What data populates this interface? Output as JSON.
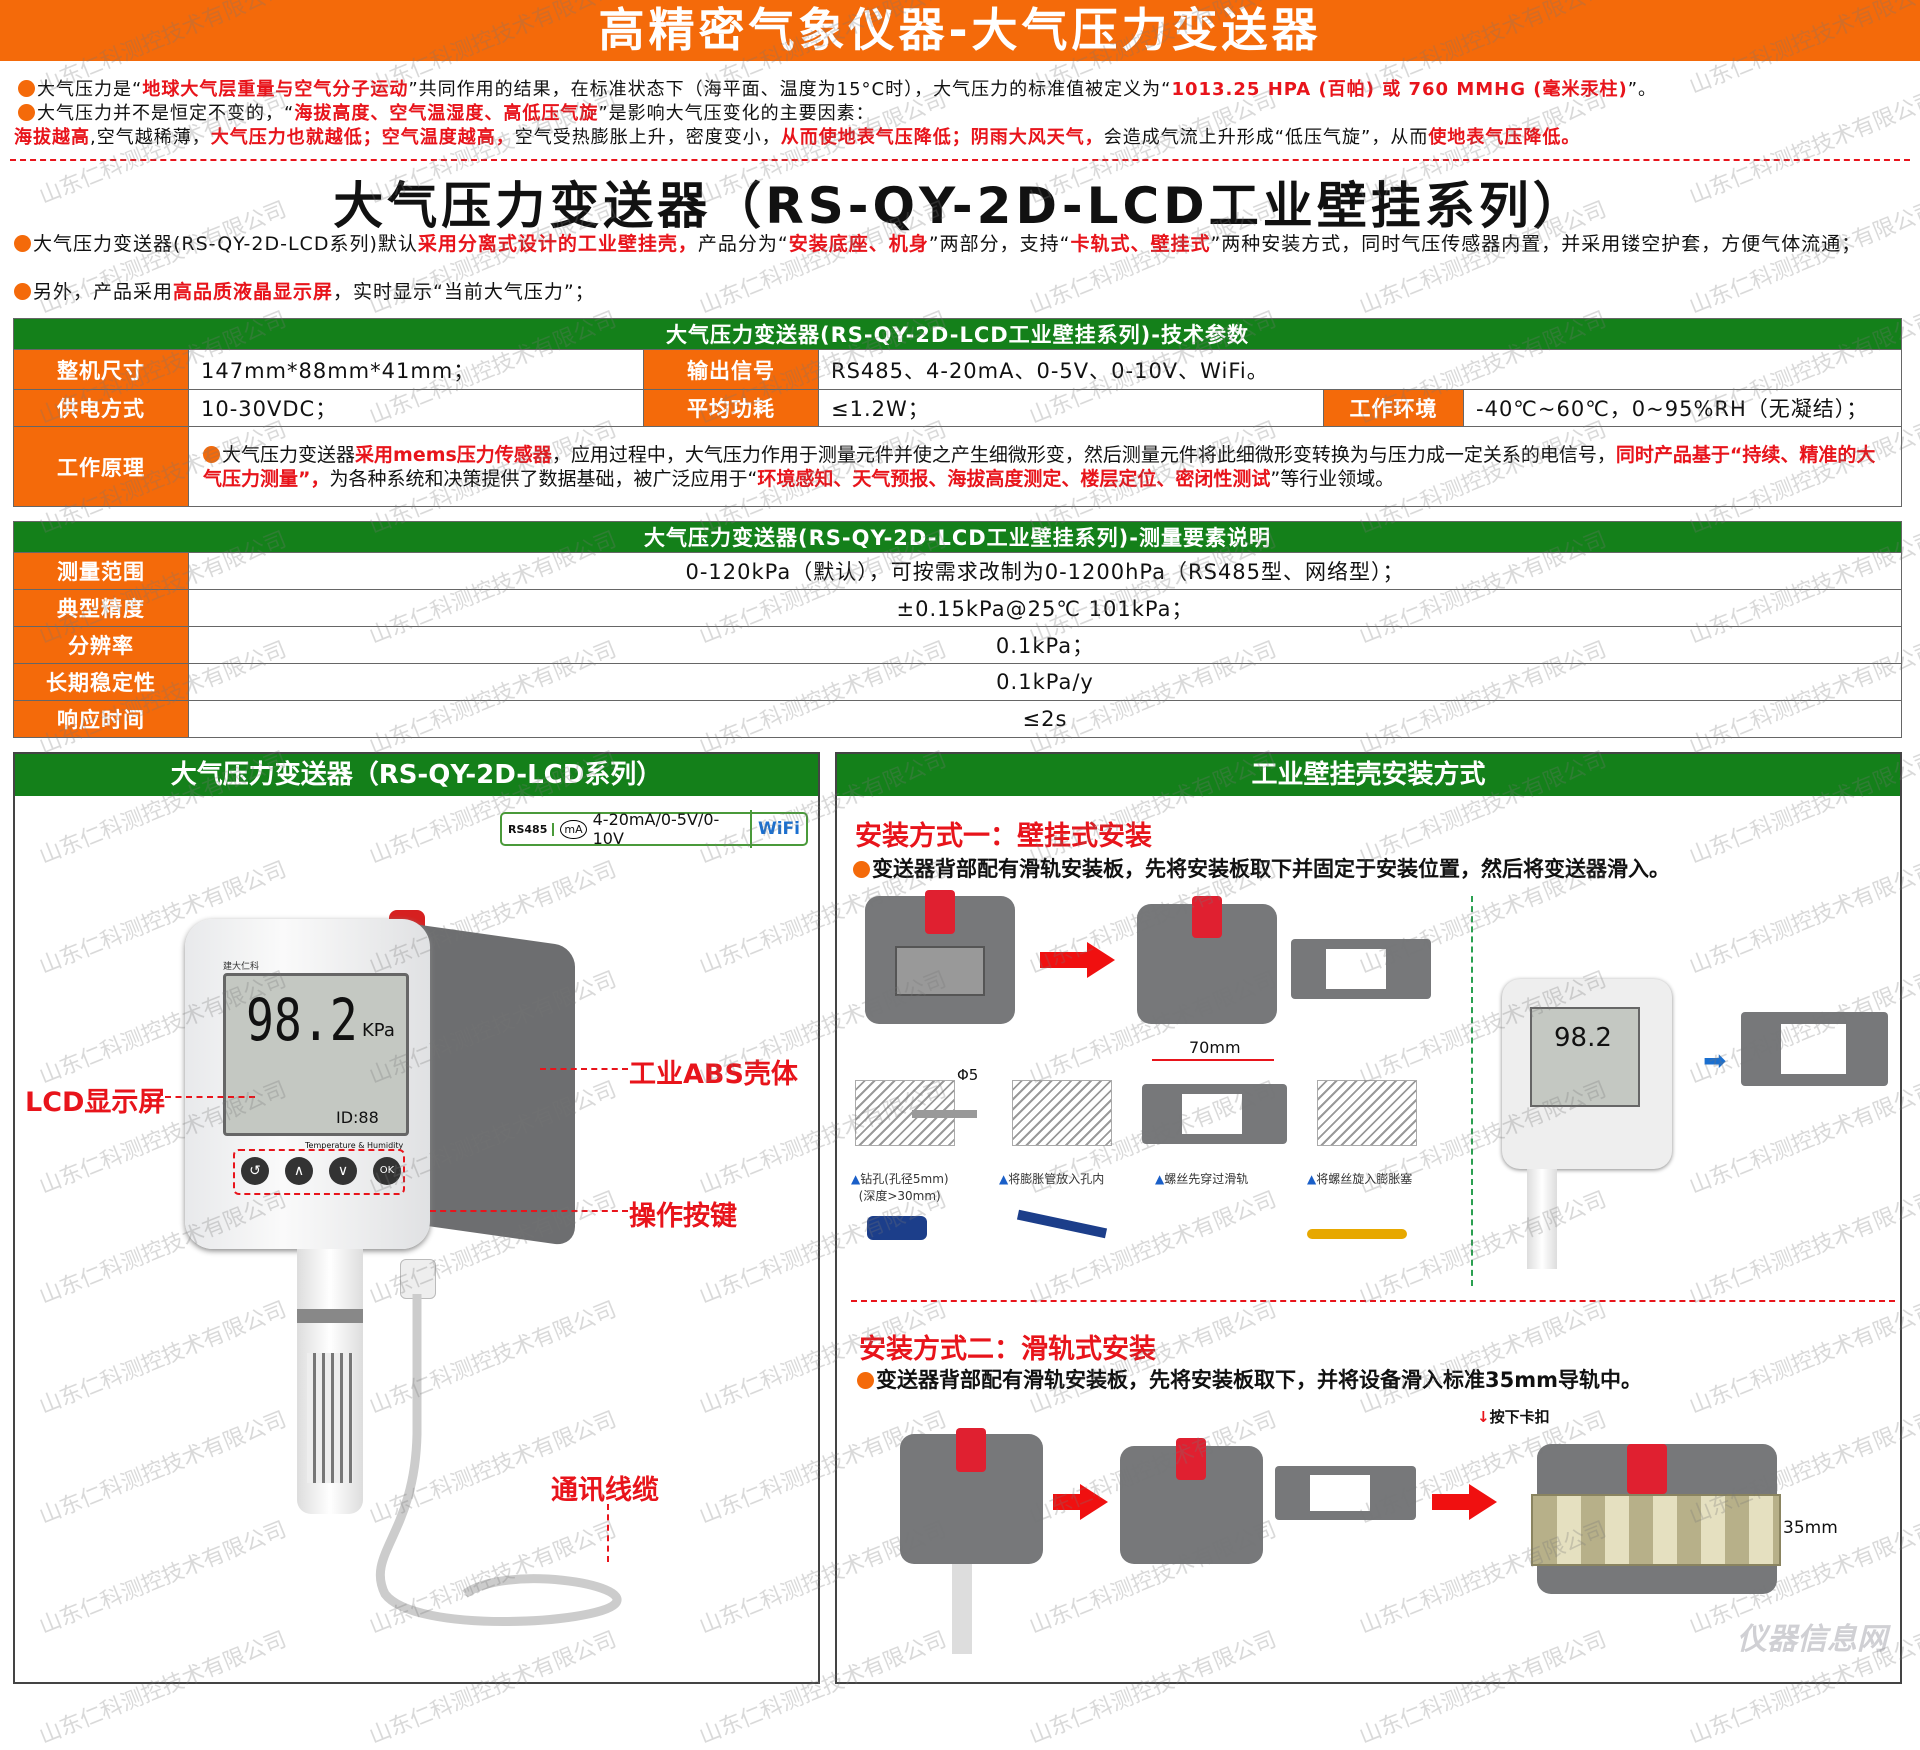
{
  "header": {
    "title": "高精密气象仪器-大气压力变送器"
  },
  "intro": {
    "line1": [
      "大气压力是“",
      "地球大气层重量与空气分子运动",
      "”共同作用的结果，在标准状态下（海平面、温度为15°C时），大气压力的标准值被定义为“",
      "1013.25 HPA (百帕) 或 760 MMHG (毫米汞柱)",
      "”。"
    ],
    "line2": [
      "大气压力并不是恒定不变的，“",
      "海拔高度、空气温湿度、高低压气旋",
      "”是影响大气压变化的主要因素："
    ],
    "line3": [
      "海拔越高",
      ",空气越稀薄，",
      "大气压力也就越低；空气温度越高，",
      "空气受热膨胀上升，密度变小，",
      "从而使地表气压降低；阴雨大风天气，",
      "会造成气流上升形成“低压气旋”，从而",
      "使地表气压降低。"
    ]
  },
  "product": {
    "title": "大气压力变送器（RS-QY-2D-LCD工业壁挂系列）",
    "p1": [
      "大气压力变送器(RS-QY-2D-LCD系列)默认",
      "采用分离式设计的工业壁挂壳，",
      "产品分为“",
      "安装底座、机身",
      "”两部分，支持“",
      "卡轨式、壁挂式",
      "”两种安装方式，同时气压传感器内置，并采用镂空护套，方便气体流通；"
    ],
    "p2": [
      "另外，产品采用",
      "高品质液晶显示屏",
      "，实时显示“当前大气压力”；"
    ]
  },
  "specs": {
    "title": "大气压力变送器(RS-QY-2D-LCD工业壁挂系列)-技术参数",
    "size_label": "整机尺寸",
    "size": "147mm*88mm*41mm；",
    "output_label": "输出信号",
    "output": "RS485、4-20mA、0-5V、0-10V、WiFi。",
    "power_label": "供电方式",
    "power": "10-30VDC；",
    "consumption_label": "平均功耗",
    "consumption": "≤1.2W；",
    "env_label": "工作环境",
    "env": "-40℃~60℃，0~95%RH（无凝结）；",
    "principle_label": "工作原理",
    "principle": [
      "大气压力变送器",
      "采用mems压力传感器",
      "，应用过程中，大气压力作用于测量元件并使之产生细微形变，然后测量元件将此细微形变转换为与压力成一定关系的电信号，",
      "同时产品基于“持续、精准的大气压力测量”，",
      "为各种系统和决策提供了数据基础，被广泛应用于“",
      "环境感知、天气预报、海拔高度测定、楼层定位、密闭性测试",
      "”等行业领域。"
    ]
  },
  "measure": {
    "title": "大气压力变送器(RS-QY-2D-LCD工业壁挂系列)-测量要素说明",
    "rows": [
      {
        "label": "测量范围",
        "value": "0-120kPa（默认），可按需求改制为0-1200hPa（RS485型、网络型）；"
      },
      {
        "label": "典型精度",
        "value": "±0.15kPa@25℃ 101kPa；"
      },
      {
        "label": "分辨率",
        "value": "0.1kPa；"
      },
      {
        "label": "长期稳定性",
        "value": "0.1kPa/y"
      },
      {
        "label": "响应时间",
        "value": "≤2s"
      }
    ]
  },
  "left_panel": {
    "title": "大气压力变送器（RS-QY-2D-LCD系列）",
    "badge": {
      "rs485": "RS485",
      "ma": "mA",
      "signals": "4-20mA/0-5V/0-10V",
      "wifi": "WiFi"
    },
    "device": {
      "brand": "建大仁科",
      "reading": "98.2",
      "unit": "KPa",
      "id": "ID:88",
      "caption": "Temperature & Humidity",
      "btn_ok": "OK"
    },
    "callouts": {
      "lcd": "LCD显示屏",
      "shell": "工业ABS壳体",
      "keys": "操作按键",
      "cable": "通讯线缆"
    }
  },
  "right_panel": {
    "title": "工业壁挂壳安装方式",
    "m1_title": "安装方式一：壁挂式安装",
    "m1_desc": "变送器背部配有滑轨安装板，先将安装板取下并固定于安装位置，然后将变送器滑入。",
    "dia": "Φ5",
    "spacing": "70mm",
    "steps": [
      "钻孔(孔径5mm)",
      "(深度>30mm)",
      "将膨胀管放入孔内",
      "螺丝先穿过滑轨",
      "将螺丝旋入膨胀塞"
    ],
    "m2_title": "安装方式二：滑轨式安装",
    "m2_desc": "变送器背部配有滑轨安装板，先将安装板取下，并将设备滑入标准35mm导轨中。",
    "press": "按下卡扣",
    "rail": "35mm"
  },
  "watermark": "山东仁科测控技术有限公司",
  "logo": "仪器信息网",
  "colors": {
    "orange": "#f46a0a",
    "green": "#14801a",
    "red": "#e8141b"
  }
}
